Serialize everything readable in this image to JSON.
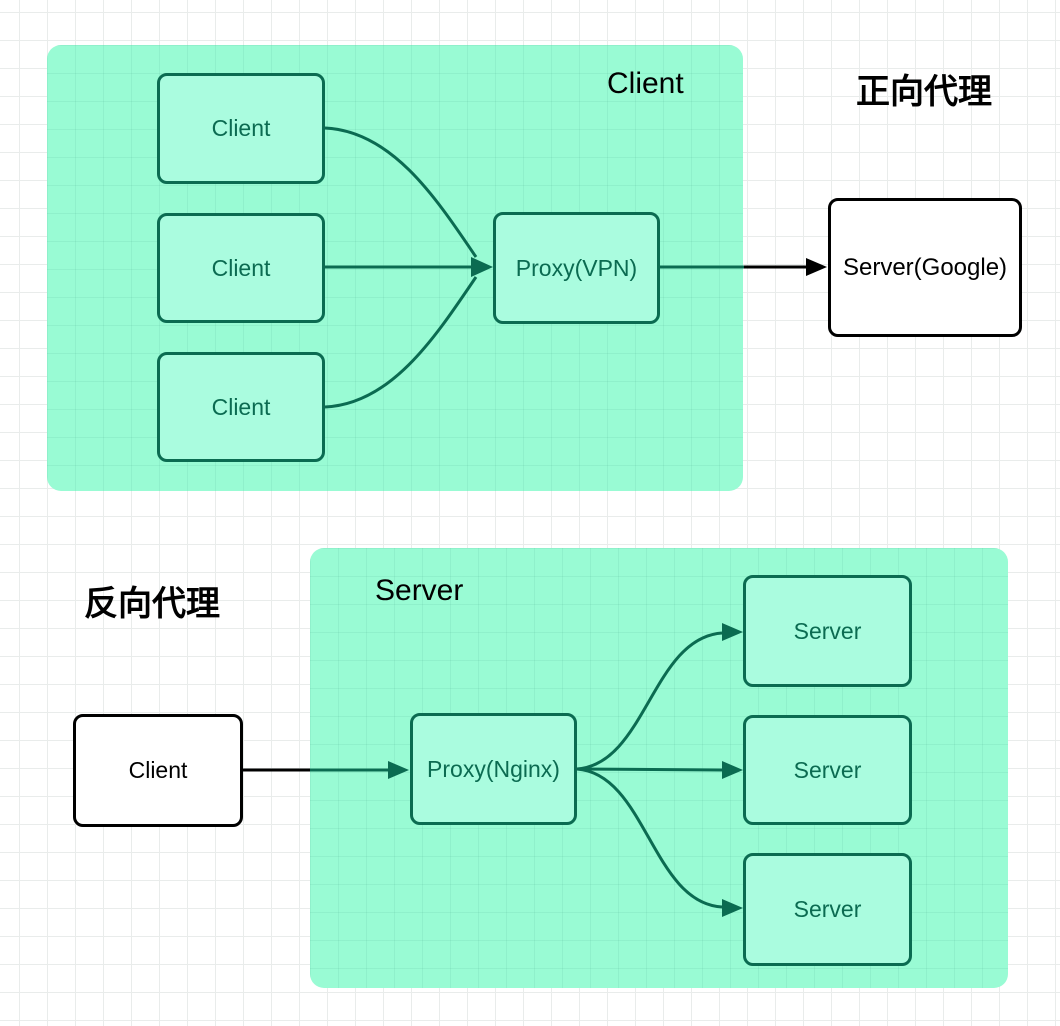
{
  "colors": {
    "container_fill": "#99fbd4",
    "node_fill": "#aafcdf",
    "diagram_green": "#0b6b51",
    "diagram_black": "#000000",
    "grid_line": "#e9eceb",
    "background": "#ffffff"
  },
  "forward_proxy": {
    "section_label": "正向代理",
    "container_title": "Client",
    "clients": [
      "Client",
      "Client",
      "Client"
    ],
    "proxy_label": "Proxy(VPN)",
    "server_label": "Server(Google)"
  },
  "reverse_proxy": {
    "section_label": "反向代理",
    "container_title": "Server",
    "client_label": "Client",
    "proxy_label": "Proxy(Nginx)",
    "servers": [
      "Server",
      "Server",
      "Server"
    ]
  }
}
